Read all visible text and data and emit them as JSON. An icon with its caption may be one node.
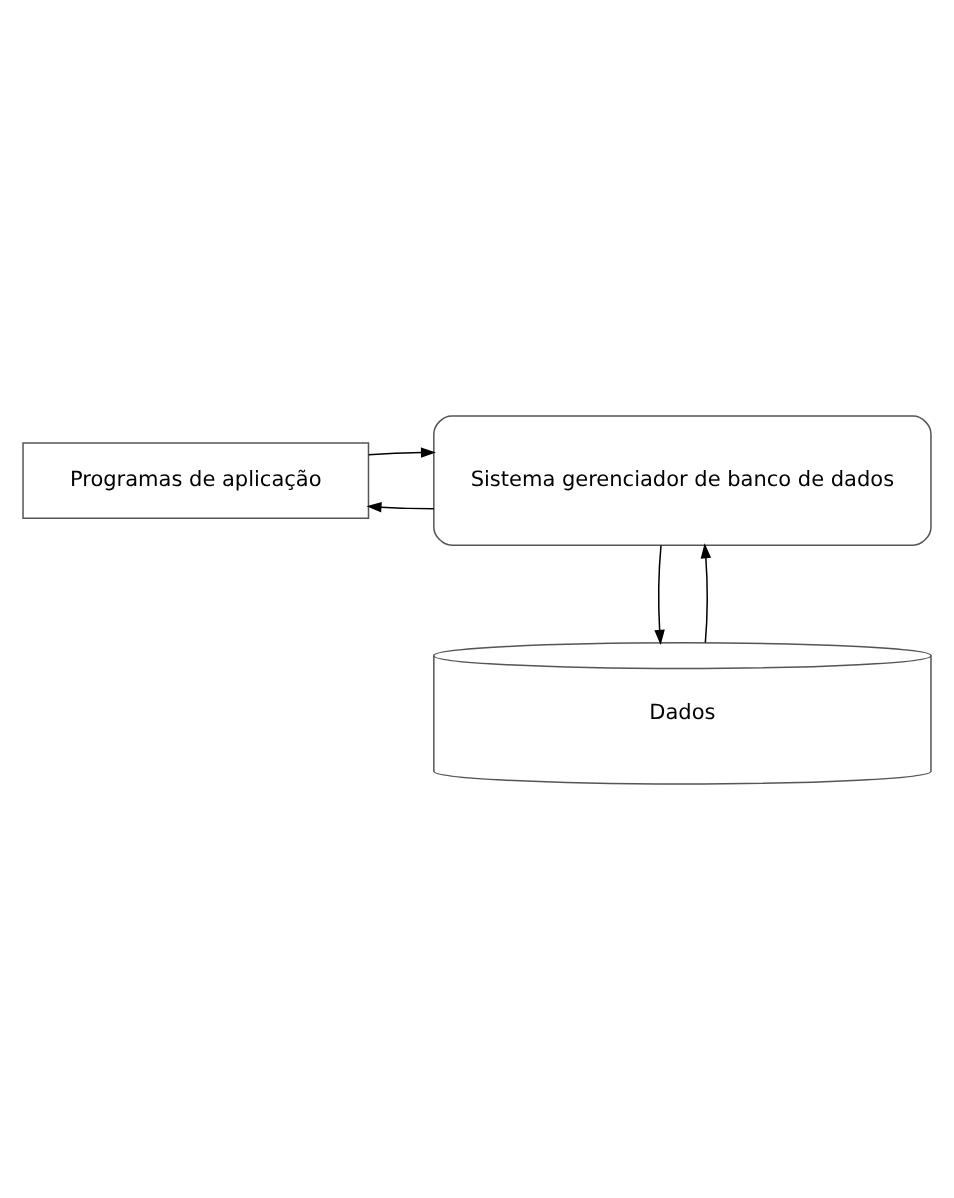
{
  "diagram": {
    "nodes": [
      {
        "text": [
          "Programas de aplicação"
        ]
      },
      {
        "text": [
          "Sistema gerenciador de banco de dados"
        ]
      },
      {
        "text": [
          "Dados"
        ]
      }
    ],
    "edges": [
      {
        "from": 1,
        "to": 0,
        "arrow": "to"
      },
      {
        "from": 0,
        "to": 1,
        "arrow": "to"
      },
      {
        "from": 1,
        "to": 2,
        "arrow": "to"
      },
      {
        "from": 2,
        "to": 1,
        "arrow": "to"
      }
    ]
  }
}
